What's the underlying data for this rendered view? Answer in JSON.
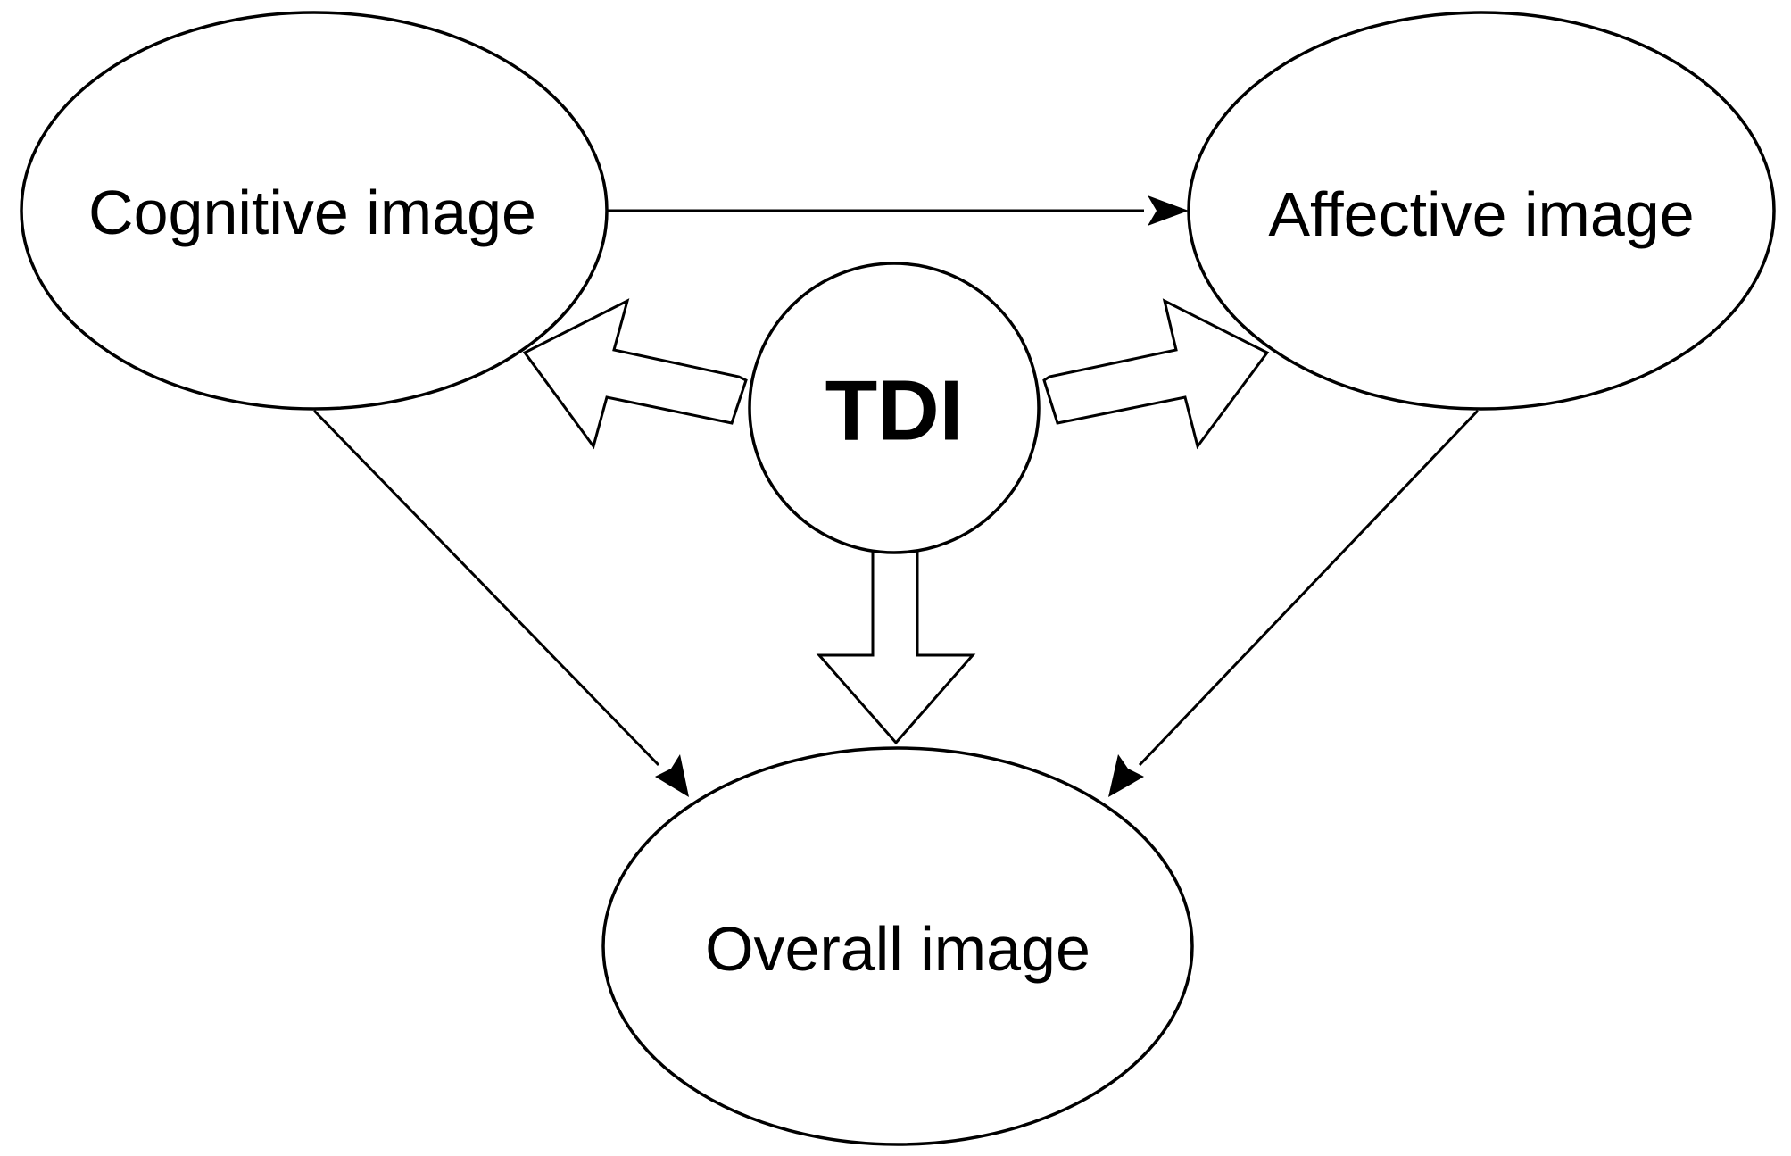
{
  "diagram": {
    "nodes": {
      "cognitive": {
        "label": "Cognitive image"
      },
      "affective": {
        "label": "Affective image"
      },
      "tdi": {
        "label": "TDI"
      },
      "overall": {
        "label": "Overall image"
      }
    },
    "edges": [
      {
        "from": "Cognitive image",
        "to": "Affective image",
        "style": "line-arrow"
      },
      {
        "from": "Cognitive image",
        "to": "Overall image",
        "style": "line-arrow"
      },
      {
        "from": "Affective image",
        "to": "Overall image",
        "style": "line-arrow"
      },
      {
        "from": "TDI",
        "to": "Cognitive image",
        "style": "block-arrow"
      },
      {
        "from": "TDI",
        "to": "Affective image",
        "style": "block-arrow"
      },
      {
        "from": "TDI",
        "to": "Overall image",
        "style": "block-arrow"
      }
    ],
    "colors": {
      "stroke": "#000000",
      "fill": "#ffffff",
      "background": "#ffffff"
    }
  }
}
